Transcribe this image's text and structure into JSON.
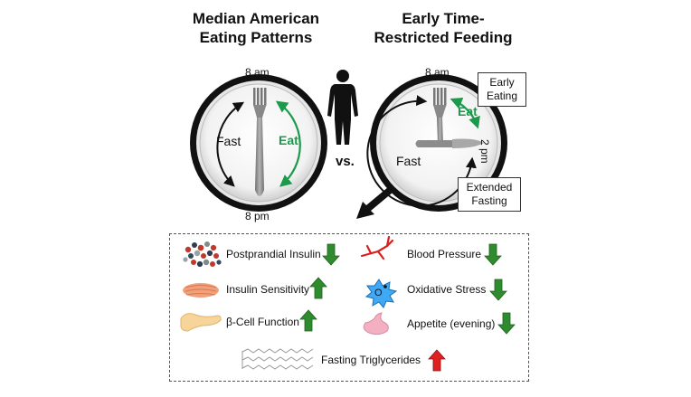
{
  "left_plate": {
    "title_line1": "Median American",
    "title_line2": "Eating Patterns",
    "time_top": "8 am",
    "time_bottom": "8 pm",
    "fast_label": "Fast",
    "eat_label": "Eat"
  },
  "vs_label": "vs.",
  "right_plate": {
    "title_line1": "Early Time-",
    "title_line2": "Restricted Feeding",
    "time_top": "8 am",
    "time_right": "2 pm",
    "fast_label": "Fast",
    "eat_label": "Eat",
    "early_eating_line1": "Early",
    "early_eating_line2": "Eating",
    "extended_fasting_line1": "Extended",
    "extended_fasting_line2": "Fasting"
  },
  "effects": {
    "left": [
      {
        "label": "Postprandial Insulin",
        "direction": "down",
        "icon": "insulin-molecule-icon"
      },
      {
        "label": "Insulin Sensitivity",
        "direction": "up",
        "icon": "muscle-icon"
      },
      {
        "label": "β-Cell Function",
        "direction": "up",
        "icon": "pancreas-icon"
      }
    ],
    "right": [
      {
        "label": "Blood Pressure",
        "direction": "down",
        "icon": "blood-vessel-icon"
      },
      {
        "label": "Oxidative Stress",
        "direction": "down",
        "icon": "oxidative-stress-icon"
      },
      {
        "label": "Appetite (evening)",
        "direction": "down",
        "icon": "stomach-icon"
      }
    ],
    "bottom": {
      "label": "Fasting Triglycerides",
      "direction": "up",
      "icon": "triglyceride-icon"
    }
  },
  "colors": {
    "eat_green": "#1a9a4a",
    "arrow_green": "#2e8b2e",
    "arrow_red": "#e02020",
    "plate_rim": "#111111"
  }
}
